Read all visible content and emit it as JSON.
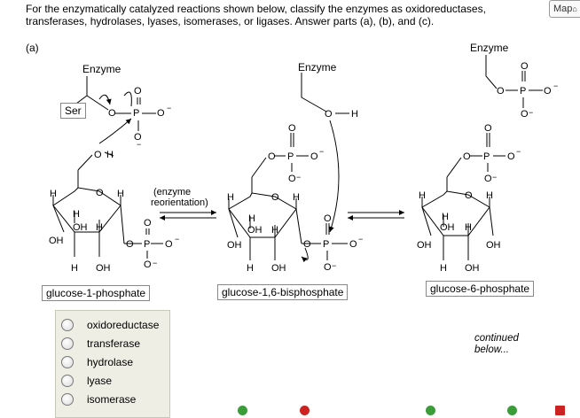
{
  "question": {
    "line1": "For the enzymatically catalyzed reactions shown below, classify the enzymes as oxidoreductases,",
    "line2": "transferases, hydrolases, lyases, isomerases, or ligases. Answer parts (a), (b), and (c).",
    "part_label": "(a)"
  },
  "map_button": "Map",
  "structures": {
    "enzyme": "Enzyme",
    "ser": "Ser",
    "reorientation_line1": "(enzyme",
    "reorientation_line2": "reorientation)"
  },
  "compounds": [
    "glucose-1-phosphate",
    "glucose-1,6-bisphosphate",
    "glucose-6-phosphate"
  ],
  "options": [
    "oxidoreductase",
    "transferase",
    "hydrolase",
    "lyase",
    "isomerase"
  ],
  "continued": {
    "line1": "continued",
    "line2": "below..."
  },
  "colors": {
    "panel": "#eeeee4",
    "footer_green": "#3a9d3a",
    "footer_red": "#cc2222"
  }
}
